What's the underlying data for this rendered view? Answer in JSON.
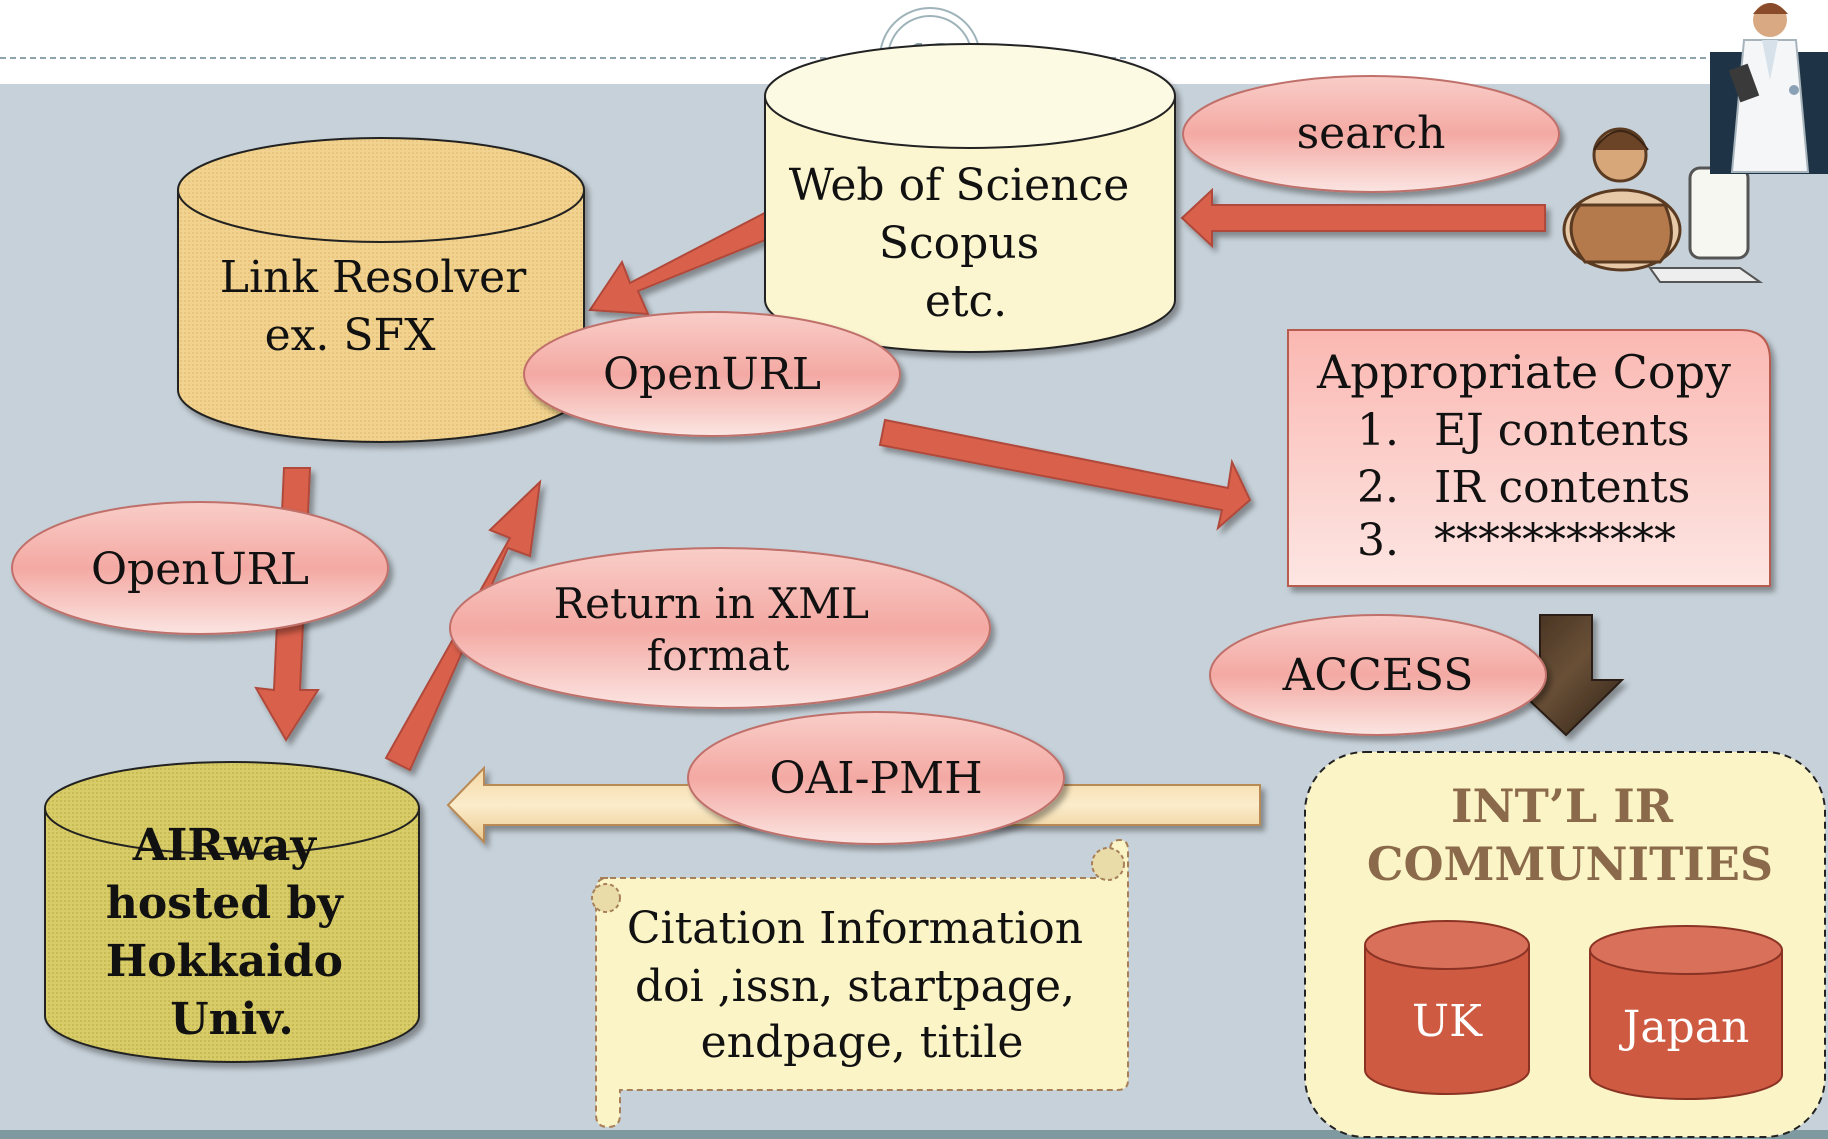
{
  "slide": {
    "page_number": "13",
    "colors": {
      "background_band": "#c7d1d9",
      "arrow_red": "#d9604c",
      "bubble_pink": "#f7b8b3",
      "cylinder_tan": "#f1d28e",
      "cylinder_cream": "#fbf6d0",
      "cylinder_olive": "#d8cc68",
      "cylinder_red": "#cf5a42",
      "community_fill": "#fbf4c6",
      "community_title": "#8a6a4a"
    }
  },
  "nodes": {
    "link_resolver": {
      "lines": [
        "Link Resolver",
        "ex.  SFX"
      ]
    },
    "wos": {
      "lines": [
        "Web of Science",
        "Scopus",
        "etc."
      ]
    },
    "airway": {
      "lines": [
        "AIRway",
        "hosted by",
        "Hokkaido",
        "Univ."
      ]
    },
    "appropriate_copy": {
      "title": "Appropriate Copy",
      "items": [
        {
          "num": "1.",
          "text": "EJ contents"
        },
        {
          "num": "2.",
          "text": "IR contents"
        },
        {
          "num": "3.",
          "text": "***********"
        }
      ]
    },
    "citation": {
      "lines": [
        "Citation Information",
        "doi ,issn, startpage,",
        "endpage, titile"
      ]
    },
    "communities": {
      "title_lines": [
        "INT’L IR",
        "COMMUNITIES"
      ],
      "members": [
        "UK",
        "Japan"
      ]
    }
  },
  "labels": {
    "search": "search",
    "openurl_top": "OpenURL",
    "openurl_left": "OpenURL",
    "return_xml": [
      "Return in XML",
      "format"
    ],
    "access": "ACCESS",
    "oai_pmh": "OAI-PMH"
  },
  "icons": [
    "doctor-figure-icon",
    "computer-user-icon"
  ]
}
